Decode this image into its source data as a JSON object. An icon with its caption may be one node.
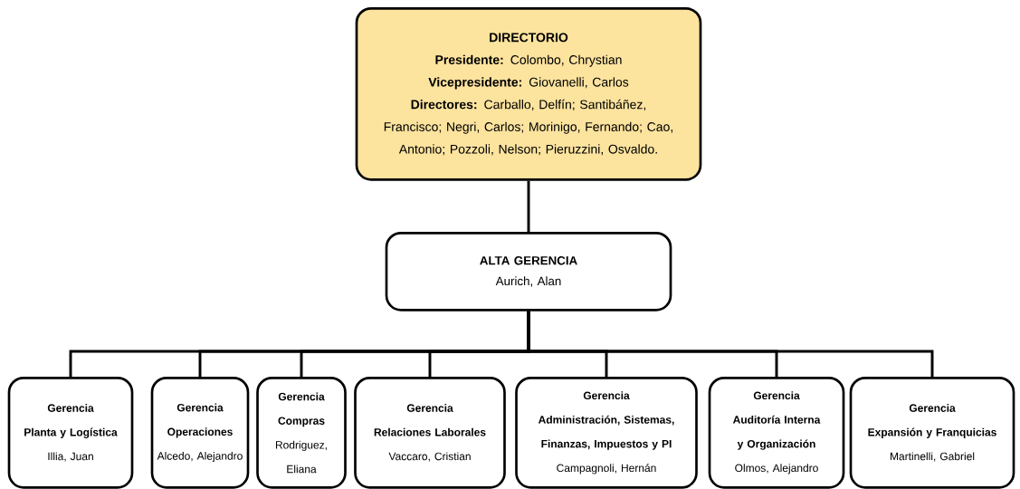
{
  "diagram": {
    "nodes": [
      {
        "text": [
          "DIRECTORIO",
          "**Presidente:** Colombo, Chrystian",
          "**Vicepresidente:** Giovanelli, Carlos",
          "**Directores:** Carballo, Delfín; Santibáñez, Francisco; Negri, Carlos; Morinigo, Fernando; Cao, Antonio; Pozzoli, Nelson; Pieruzzini, Osvaldo."
        ]
      },
      {
        "text": [
          "ALTA GERENCIA",
          "Aurich, Alan"
        ]
      },
      {
        "text": [
          "Gerencia",
          "Planta y Logística",
          "Illia, Juan"
        ]
      },
      {
        "text": [
          "Gerencia",
          "Operaciones",
          "Alcedo, Alejandro"
        ]
      },
      {
        "text": [
          "Gerencia",
          "Compras",
          "Rodriguez, Eliana"
        ]
      },
      {
        "text": [
          "Gerencia",
          "Relaciones Laborales",
          "Vaccaro, Cristian"
        ]
      },
      {
        "text": [
          "Gerencia",
          "Administración, Sistemas, Finanzas, Impuestos y PI",
          "Campagnoli, Hernán"
        ]
      },
      {
        "text": [
          "Gerencia",
          "Auditoría Interna y Organización",
          "Olmos, Alejandro"
        ]
      },
      {
        "text": [
          "Gerencia",
          "Expansión y Franquicias",
          "Martinelli, Gabriel"
        ]
      }
    ],
    "edges": [
      {
        "from": 0,
        "to": 1,
        "arrow": "none"
      },
      {
        "from": 1,
        "to": 2,
        "arrow": "none"
      },
      {
        "from": 1,
        "to": 3,
        "arrow": "none"
      },
      {
        "from": 1,
        "to": 4,
        "arrow": "none"
      },
      {
        "from": 1,
        "to": 5,
        "arrow": "none"
      },
      {
        "from": 1,
        "to": 6,
        "arrow": "none"
      },
      {
        "from": 1,
        "to": 7,
        "arrow": "none"
      },
      {
        "from": 1,
        "to": 8,
        "arrow": "none"
      }
    ]
  }
}
